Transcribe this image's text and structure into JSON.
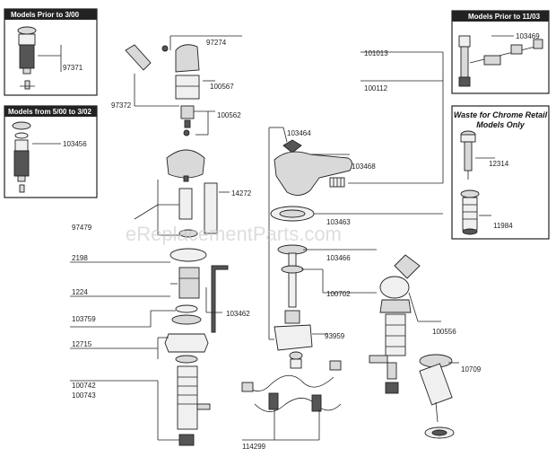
{
  "inset_boxes": {
    "prior_3_00": {
      "title": "Models Prior to 3/00",
      "part": "97371"
    },
    "from_5_00_to_3_02": {
      "title": "Models from 5/00 to 3/02",
      "part": "103456"
    },
    "prior_11_03": {
      "title": "Models Prior to 11/03",
      "part": "103469"
    },
    "chrome_retail": {
      "title_line1": "Waste for Chrome Retail",
      "title_line2": "Models Only",
      "part_a": "12314",
      "part_b": "11984"
    }
  },
  "labels": {
    "p97274": "97274",
    "p100567": "100567",
    "p97372": "97372",
    "p100562": "100562",
    "p101013": "101013",
    "p100112": "100112",
    "p103464": "103464",
    "p103468": "103468",
    "p14272": "14272",
    "p103463": "103463",
    "p97479": "97479",
    "p2198": "2198",
    "p103466": "103466",
    "p1224": "1224",
    "p100702": "100702",
    "p103462": "103462",
    "p103759": "103759",
    "p93959": "93959",
    "p100556": "100556",
    "p12715": "12715",
    "p10709": "10709",
    "p100742": "100742",
    "p100743": "100743",
    "p114299": "114299"
  },
  "watermark": "eReplacementParts.com",
  "colors": {
    "header_bg": "#222222",
    "line": "#222222",
    "part_fill": "#d9d9d9"
  }
}
